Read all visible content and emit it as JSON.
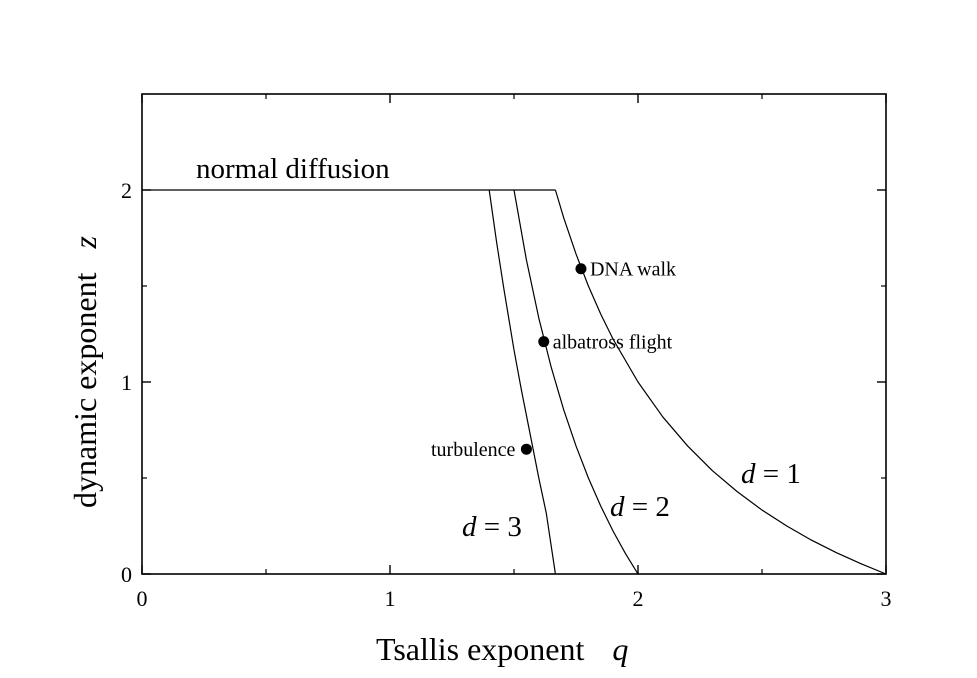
{
  "chart_data": {
    "type": "line",
    "xlabel": "Tsallis exponent",
    "xlabel_symbol": "q",
    "ylabel": "dynamic exponent",
    "ylabel_symbol": "z",
    "xlim": [
      0,
      3
    ],
    "ylim": [
      0,
      2.5
    ],
    "x_ticks": [
      0,
      1,
      2,
      3
    ],
    "x_tick_labels": [
      "0",
      "1",
      "2",
      "3"
    ],
    "x_minor_ticks": [
      0.5,
      1.5,
      2.5
    ],
    "y_ticks": [
      0,
      1,
      2
    ],
    "y_tick_labels": [
      "0",
      "1",
      "2"
    ],
    "y_minor_ticks": [
      0.5,
      1.5
    ],
    "grid": false,
    "series": [
      {
        "name": "d = 1",
        "label_parts": [
          "d",
          " = 1"
        ],
        "x": [
          1.667,
          1.7,
          1.75,
          1.8,
          1.85,
          1.9,
          2.0,
          2.1,
          2.2,
          2.3,
          2.4,
          2.5,
          2.6,
          2.7,
          2.8,
          2.9,
          3.0
        ],
        "y": [
          2.0,
          1.857,
          1.667,
          1.5,
          1.353,
          1.222,
          1.0,
          0.818,
          0.667,
          0.538,
          0.429,
          0.333,
          0.25,
          0.176,
          0.111,
          0.053,
          0.0
        ]
      },
      {
        "name": "d = 2",
        "label_parts": [
          "d",
          " = 2"
        ],
        "x": [
          1.5,
          1.55,
          1.6,
          1.65,
          1.7,
          1.75,
          1.8,
          1.85,
          1.9,
          1.95,
          2.0
        ],
        "y": [
          2.0,
          1.636,
          1.333,
          1.077,
          0.857,
          0.667,
          0.5,
          0.353,
          0.222,
          0.105,
          0.0
        ]
      },
      {
        "name": "d = 3",
        "label_parts": [
          "d",
          " = 3"
        ],
        "x": [
          1.4,
          1.43,
          1.46,
          1.5,
          1.53,
          1.56,
          1.6,
          1.63,
          1.667
        ],
        "y": [
          2.0,
          1.727,
          1.478,
          1.167,
          0.957,
          0.762,
          0.5,
          0.318,
          0.0
        ]
      }
    ],
    "plateau": {
      "label": "normal diffusion",
      "y": 2,
      "x": [
        0,
        1.667
      ]
    },
    "points": [
      {
        "label": "DNA walk",
        "q": 1.77,
        "z": 1.59
      },
      {
        "label": "albatross flight",
        "q": 1.62,
        "z": 1.21
      },
      {
        "label": "turbulence",
        "q": 1.55,
        "z": 0.65
      }
    ]
  }
}
